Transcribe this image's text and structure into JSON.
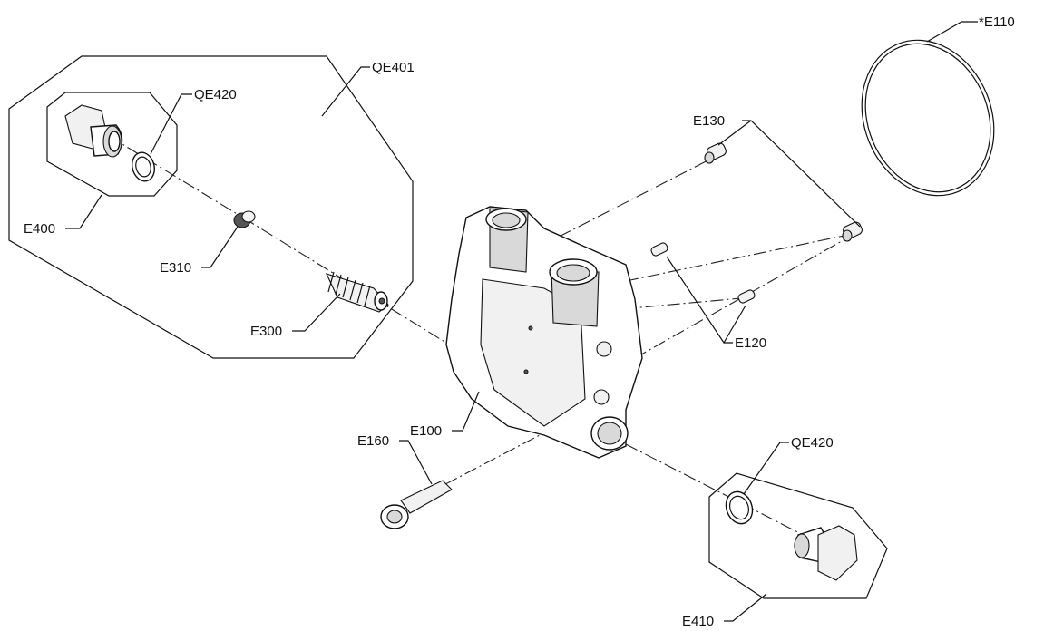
{
  "labels": {
    "e110": "*E110",
    "qe401": "QE401",
    "qe420_top": "QE420",
    "e130": "E130",
    "e400": "E400",
    "e310": "E310",
    "e300": "E300",
    "e120": "E120",
    "e100": "E100",
    "e160": "E160",
    "qe420_bottom": "QE420",
    "e410": "E410"
  }
}
